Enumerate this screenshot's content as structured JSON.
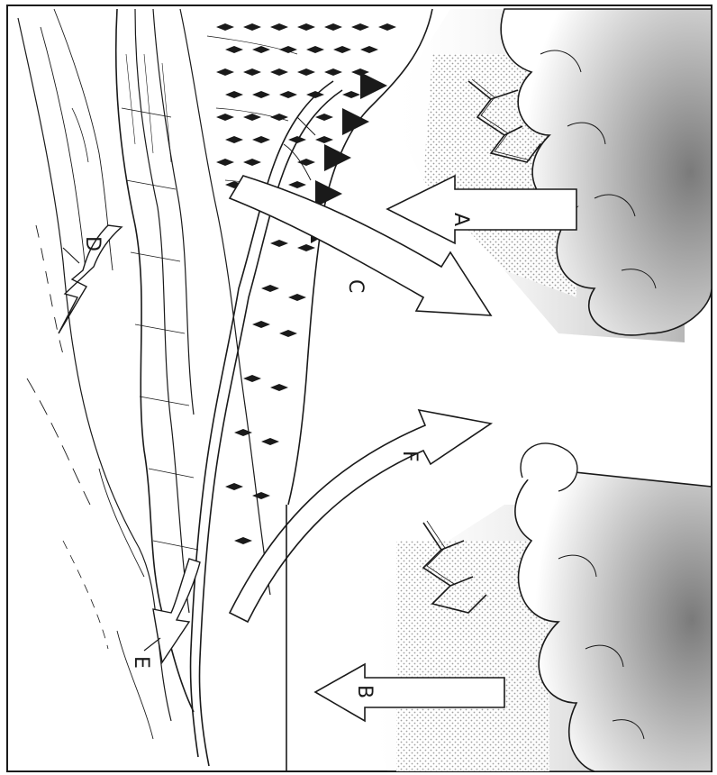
{
  "labels": {
    "a": "A",
    "b": "B",
    "c": "C",
    "d": "D",
    "e": "E",
    "f": "F"
  },
  "colors": {
    "ink": "#1a1a1a",
    "rain_shade": "#bdbdbd",
    "cloud_fill": "#ffffff",
    "cloud_shade": "#8a8a8a",
    "paper": "#ffffff"
  }
}
